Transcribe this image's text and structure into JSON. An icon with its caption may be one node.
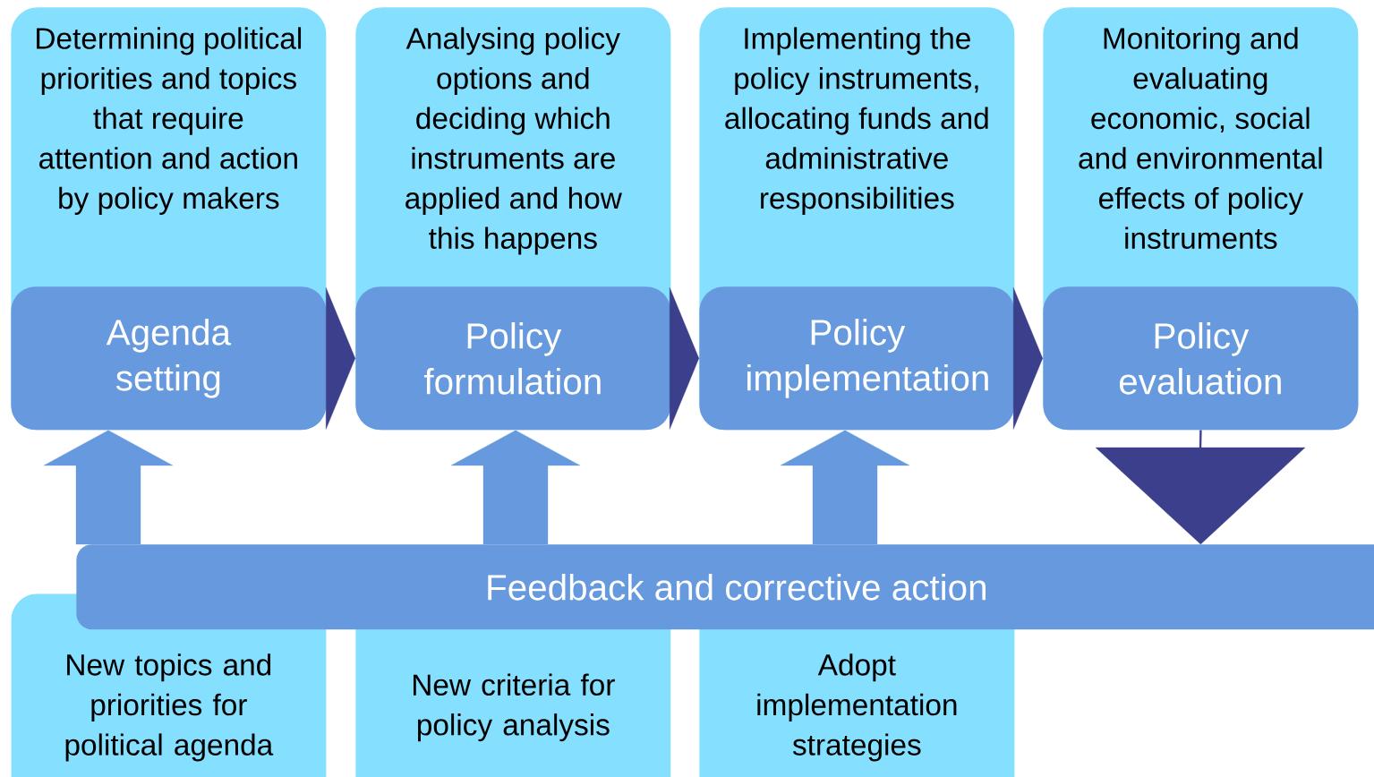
{
  "diagram": {
    "nodes": [
      {
        "text": [
          "Determining political priorities and topics that require attention and action by policy makers"
        ]
      },
      {
        "text": [
          "Agenda setting"
        ],
        "in": 0
      },
      {
        "text": [
          "Analysing policy options and deciding which instruments are applied and how this happens"
        ]
      },
      {
        "text": [
          "Policy formulation"
        ],
        "in": 2
      },
      {
        "text": [
          "Implementing the policy instruments, allocating funds and administrative responsibilities"
        ]
      },
      {
        "text": [
          "Policy implementation"
        ],
        "in": 4
      },
      {
        "text": [
          "Monitoring and evaluating economic, social and environmental effects of policy instruments"
        ]
      },
      {
        "text": [
          "Policy evaluation"
        ],
        "in": 6
      },
      {
        "text": [
          "Feedback and corrective action"
        ]
      },
      {
        "text": [
          "New topics and priorities for political agenda"
        ]
      },
      {
        "text": [
          "New criteria for policy analysis"
        ]
      },
      {
        "text": [
          "Adopt implementation strategies"
        ]
      }
    ],
    "edges": [
      {
        "from": 1,
        "to": 3,
        "arrow": "to"
      },
      {
        "from": 3,
        "to": 5,
        "arrow": "to"
      },
      {
        "from": 5,
        "to": 7,
        "arrow": "to"
      },
      {
        "from": 7,
        "to": 8,
        "arrow": "to"
      },
      {
        "from": 8,
        "to": 1,
        "arrow": "to",
        "style": "thick",
        "color": "#6699dd"
      },
      {
        "from": 8,
        "to": 3,
        "arrow": "to",
        "style": "thick",
        "color": "#6699dd"
      },
      {
        "from": 8,
        "to": 5,
        "arrow": "to",
        "style": "thick",
        "color": "#6699dd"
      }
    ]
  }
}
